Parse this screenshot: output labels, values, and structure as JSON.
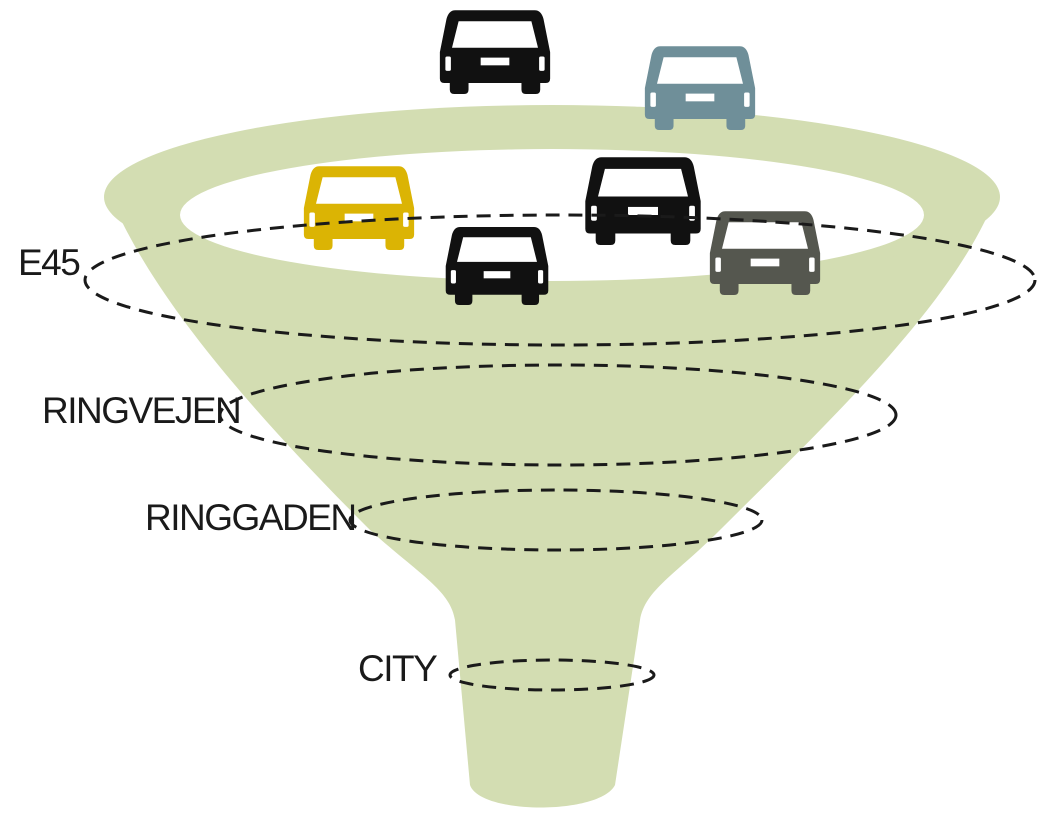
{
  "colors": {
    "funnel": "#d3ddb2",
    "ring_line": "#1a1a1a",
    "label": "#1a1a1a",
    "car_black": "#111111",
    "car_blue_grey": "#6f8f99",
    "car_yellow": "#dbb404",
    "car_dark_grey": "#55574f",
    "car_lights": "#ffffff"
  },
  "rings": [
    {
      "label": "E45"
    },
    {
      "label": "RINGVEJEN"
    },
    {
      "label": "RINGGADEN"
    },
    {
      "label": "CITY"
    }
  ],
  "cars": [
    {
      "name": "black-car-top",
      "color_key": "car_black",
      "position": "above funnel"
    },
    {
      "name": "blue-grey-car",
      "color_key": "car_blue_grey",
      "position": "on funnel rim"
    },
    {
      "name": "yellow-car",
      "color_key": "car_yellow",
      "position": "inside funnel"
    },
    {
      "name": "black-car-middle",
      "color_key": "car_black",
      "position": "inside funnel"
    },
    {
      "name": "black-car-back",
      "color_key": "car_black",
      "position": "inside funnel"
    },
    {
      "name": "dark-grey-car",
      "color_key": "car_dark_grey",
      "position": "inside funnel"
    }
  ]
}
